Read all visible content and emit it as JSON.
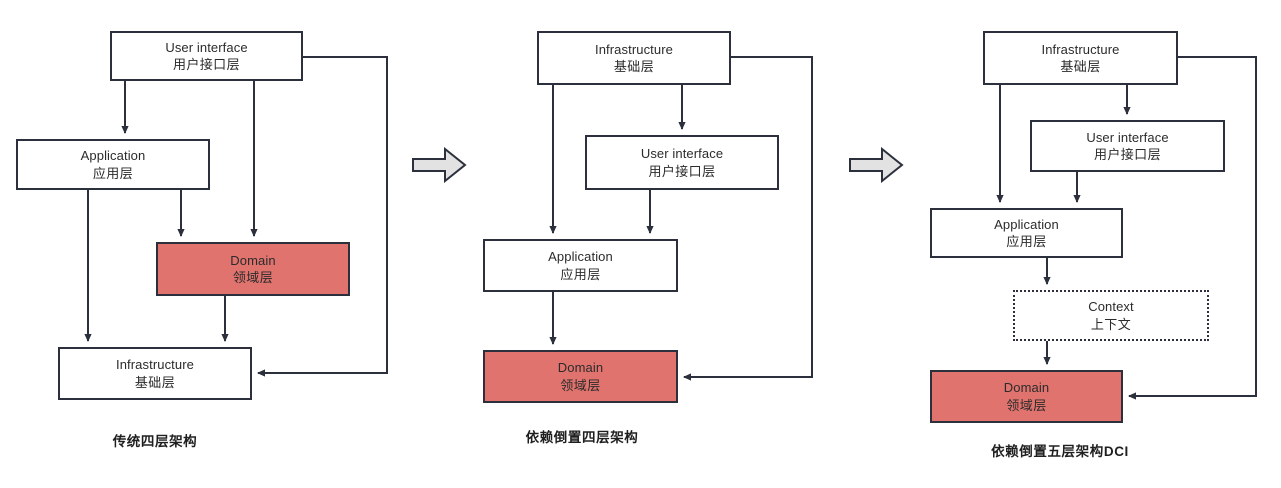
{
  "diagram": {
    "title_visible": false,
    "colors": {
      "box_border": "#2b303c",
      "box_fill": "#ffffff",
      "domain_fill": "#e0736e",
      "arrow_stroke": "#2b303c",
      "step_arrow_fill": "#e2e2e2",
      "text": "#2b2b2b"
    },
    "panels": [
      {
        "id": "traditional-four-layer",
        "caption": "传统四层架构",
        "nodes": [
          {
            "id": "ui",
            "en": "User interface",
            "zh": "用户接口层",
            "style": "plain"
          },
          {
            "id": "app",
            "en": "Application",
            "zh": "应用层",
            "style": "plain"
          },
          {
            "id": "dom",
            "en": "Domain",
            "zh": "领域层",
            "style": "domain"
          },
          {
            "id": "infra",
            "en": "Infrastructure",
            "zh": "基础层",
            "style": "plain"
          }
        ],
        "edges": [
          {
            "from": "ui",
            "to": "app"
          },
          {
            "from": "ui",
            "to": "dom"
          },
          {
            "from": "ui",
            "to": "infra"
          },
          {
            "from": "app",
            "to": "dom"
          },
          {
            "from": "app",
            "to": "infra"
          },
          {
            "from": "dom",
            "to": "infra"
          }
        ]
      },
      {
        "id": "inverted-four-layer",
        "caption": "依赖倒置四层架构",
        "nodes": [
          {
            "id": "infra",
            "en": "Infrastructure",
            "zh": "基础层",
            "style": "plain"
          },
          {
            "id": "ui",
            "en": "User interface",
            "zh": "用户接口层",
            "style": "plain"
          },
          {
            "id": "app",
            "en": "Application",
            "zh": "应用层",
            "style": "plain"
          },
          {
            "id": "dom",
            "en": "Domain",
            "zh": "领域层",
            "style": "domain"
          }
        ],
        "edges": [
          {
            "from": "infra",
            "to": "ui"
          },
          {
            "from": "infra",
            "to": "app"
          },
          {
            "from": "infra",
            "to": "dom"
          },
          {
            "from": "ui",
            "to": "app"
          },
          {
            "from": "app",
            "to": "dom"
          }
        ]
      },
      {
        "id": "inverted-five-layer-dci",
        "caption": "依赖倒置五层架构DCI",
        "nodes": [
          {
            "id": "infra",
            "en": "Infrastructure",
            "zh": "基础层",
            "style": "plain"
          },
          {
            "id": "ui",
            "en": "User interface",
            "zh": "用户接口层",
            "style": "plain"
          },
          {
            "id": "app",
            "en": "Application",
            "zh": "应用层",
            "style": "plain"
          },
          {
            "id": "ctx",
            "en": "Context",
            "zh": "上下文",
            "style": "dotted"
          },
          {
            "id": "dom",
            "en": "Domain",
            "zh": "领域层",
            "style": "domain"
          }
        ],
        "edges": [
          {
            "from": "infra",
            "to": "ui"
          },
          {
            "from": "infra",
            "to": "app"
          },
          {
            "from": "infra",
            "to": "dom"
          },
          {
            "from": "ui",
            "to": "app"
          },
          {
            "from": "app",
            "to": "ctx"
          },
          {
            "from": "ctx",
            "to": "dom"
          }
        ]
      }
    ],
    "step_arrows": [
      {
        "id": "step-arrow-1",
        "between": [
          "traditional-four-layer",
          "inverted-four-layer"
        ]
      },
      {
        "id": "step-arrow-2",
        "between": [
          "inverted-four-layer",
          "inverted-five-layer-dci"
        ]
      }
    ]
  }
}
